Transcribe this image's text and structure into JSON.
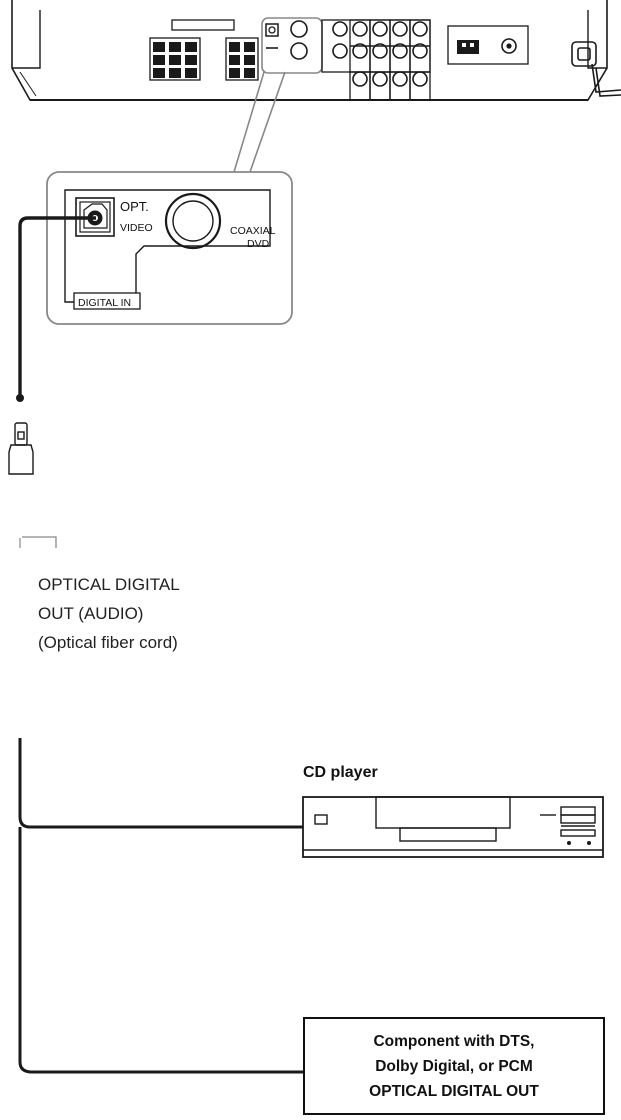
{
  "detail": {
    "opt_label": "OPT.",
    "video_label": "VIDEO",
    "coaxial_label": "COAXIAL",
    "dvd_label": "DVD",
    "digital_in_label": "DIGITAL IN"
  },
  "cable_note": {
    "line1": "OPTICAL DIGITAL",
    "line2": "OUT (AUDIO)",
    "line3": "(Optical fiber cord)"
  },
  "cd_player": {
    "label": "CD player"
  },
  "component_box": {
    "line1": "Component with DTS,",
    "line2": "Dolby Digital, or PCM",
    "line3": "OPTICAL DIGITAL OUT"
  }
}
